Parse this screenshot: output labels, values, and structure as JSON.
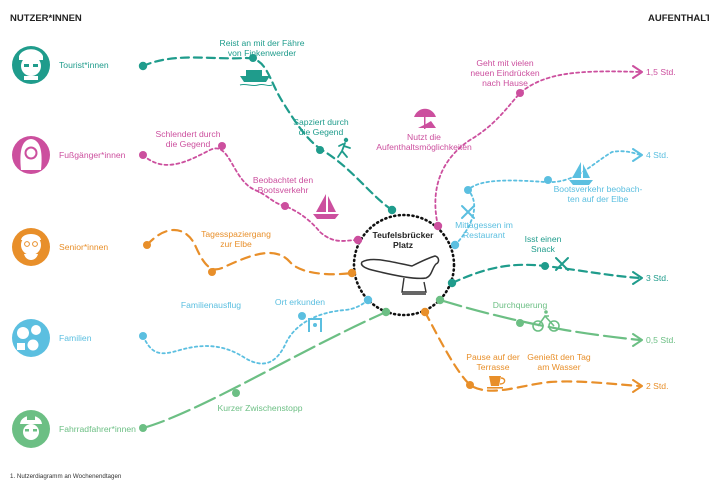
{
  "header": {
    "left": "NUTZER*INNEN",
    "right": "AUFENTHALT"
  },
  "caption": "1. Nutzerdiagramm an Wochenendtagen",
  "center": {
    "line1": "Teufelsbrücker",
    "line2": "Platz"
  },
  "colors": {
    "teal": "#1f9c8c",
    "pink": "#cc4f9e",
    "orange": "#e88f2a",
    "lightblue": "#5bbfe0",
    "green": "#6cbf84",
    "text": "#222222"
  },
  "user_groups": [
    {
      "label": "Tourist*innen",
      "icon": "tourist-avatar-icon",
      "color": "#1f9c8c"
    },
    {
      "label": "Fußgänger*innen",
      "icon": "pedestrian-avatar-icon",
      "color": "#cc4f9e"
    },
    {
      "label": "Senior*innen",
      "icon": "senior-avatar-icon",
      "color": "#e88f2a"
    },
    {
      "label": "Familien",
      "icon": "family-avatar-icon",
      "color": "#5bbfe0"
    },
    {
      "label": "Fahrradfahrer*innen",
      "icon": "cyclist-avatar-icon",
      "color": "#6cbf84"
    }
  ],
  "annotations": {
    "ferry": [
      "Reist an mit der Fähre",
      "von Finkenwerder"
    ],
    "stroll": [
      "Sapziert durch",
      "die Gegend"
    ],
    "wander": [
      "Schlendert durch",
      "die Gegend"
    ],
    "boats_watch": [
      "Beobachtet den",
      "Bootsverkehr"
    ],
    "outing": [
      "Tagesspaziergang",
      "zur Elbe"
    ],
    "family_trip": [
      "Familienausflug"
    ],
    "explore": [
      "Ort erkunden"
    ],
    "short_stop": [
      "Kurzer Zwischenstopp"
    ],
    "leave": [
      "Geht mit vielen",
      "neuen Eindrücken",
      "nach Hause"
    ],
    "uses_space": [
      "Nutzt die",
      "Aufenthaltsmöglichkeiten"
    ],
    "lunch": [
      "Mittagessen im",
      "Restaurant"
    ],
    "boats_watch2": [
      "Bootsverkehr beobach-",
      "ten auf der Elbe"
    ],
    "snack": [
      "Isst einen",
      "Snack"
    ],
    "passing": [
      "Durchquerung"
    ],
    "terrace": [
      "Pause auf der",
      "Terrasse"
    ],
    "enjoy": [
      "Genießt den Tag",
      "am Wasser"
    ]
  },
  "durations": {
    "pink": "1,5 Std.",
    "lightblue": "4 Std.",
    "teal": "3 Std.",
    "green": "0,5 Std.",
    "orange": "2 Std."
  }
}
